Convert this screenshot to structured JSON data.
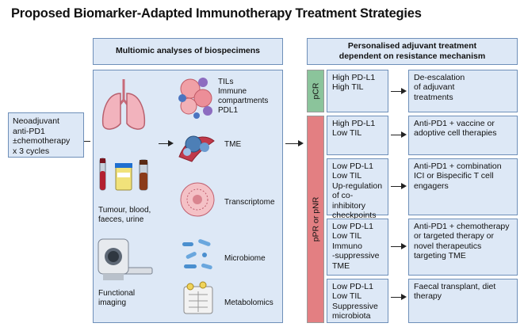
{
  "title": "Proposed Biomarker-Adapted Immunotherapy Treatment Strategies",
  "neoadjuvant": {
    "line1": "Neoadjuvant",
    "line2": "anti-PD1",
    "line3": "±chemotherapy",
    "line4": "x 3 cycles"
  },
  "multiomic": {
    "header": "Multiomic analyses of biospecimens",
    "specimens": {
      "line1": "Tumour, blood,",
      "line2": "faeces, urine"
    },
    "imaging": {
      "line1": "Functional",
      "line2": "imaging"
    },
    "analyses": [
      {
        "line1": "TILs",
        "line2": "Immune",
        "line3": "compartments",
        "line4": "PDL1"
      },
      {
        "line1": "TME"
      },
      {
        "line1": "Transcriptome"
      },
      {
        "line1": "Microbiome"
      },
      {
        "line1": "Metabolomics"
      }
    ]
  },
  "personalised": {
    "header_line1": "Personalised adjuvant treatment",
    "header_line2": "dependent on resistance mechanism",
    "pcr_label": "pCR",
    "ppr_label": "pPR or pNR",
    "colors": {
      "pcr": "#8bc49b",
      "ppr": "#e37f82"
    },
    "rows": [
      {
        "biomarker": [
          "High PD-L1",
          "High TIL"
        ],
        "treatment": [
          "De-escalation",
          "of adjuvant",
          "treatments"
        ]
      },
      {
        "biomarker": [
          "High PD-L1",
          "Low TIL"
        ],
        "treatment": [
          "Anti-PD1 + vaccine or",
          "adoptive cell therapies"
        ]
      },
      {
        "biomarker": [
          "Low PD-L1",
          "Low TIL",
          "Up-regulation",
          "of co-inhibitory",
          "checkpoints"
        ],
        "treatment": [
          "Anti-PD1 + combination",
          "ICI or Bispecific T cell",
          "engagers"
        ]
      },
      {
        "biomarker": [
          "Low PD-L1",
          "Low TIL",
          "Immuno",
          "-suppressive",
          "TME"
        ],
        "treatment": [
          "Anti-PD1 + chemotherapy",
          "or targeted therapy or",
          "novel therapeutics",
          "targeting TME"
        ]
      },
      {
        "biomarker": [
          "Low PD-L1",
          "Low TIL",
          "Suppressive",
          "microbiota"
        ],
        "treatment": [
          "Faecal transplant, diet",
          "therapy"
        ]
      }
    ]
  }
}
